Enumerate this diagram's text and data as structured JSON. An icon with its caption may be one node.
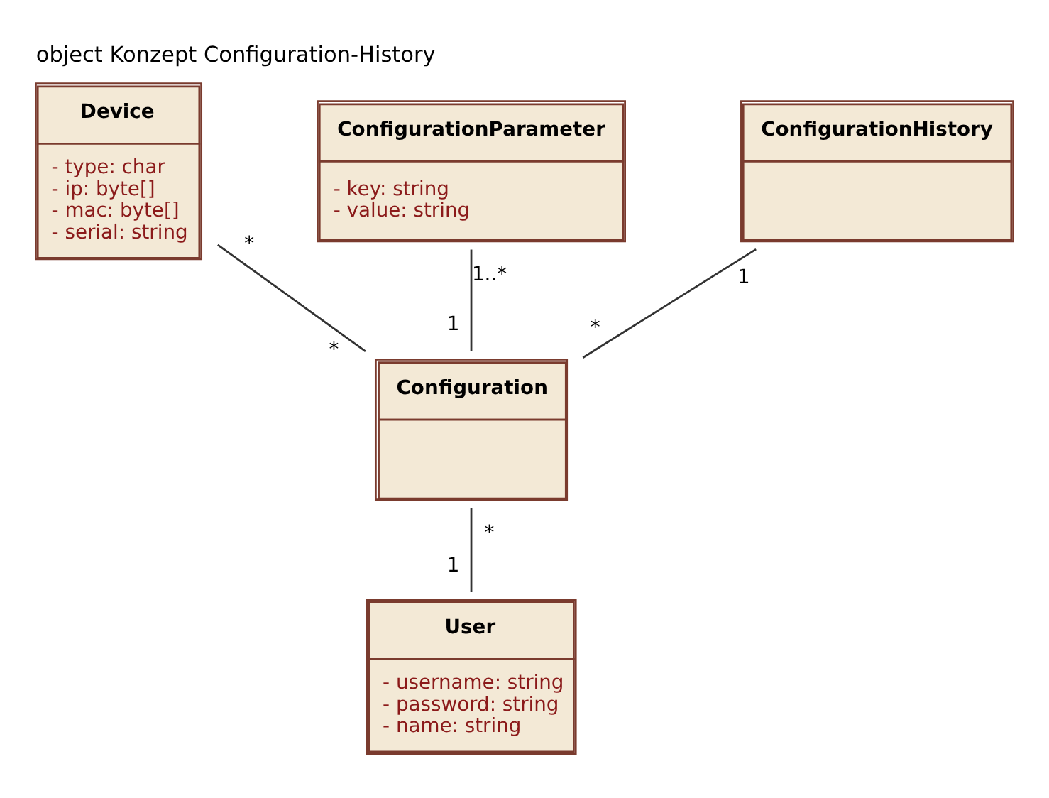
{
  "diagram": {
    "title": "object Konzept Configuration-History",
    "nodes": [
      {
        "text": [
          "Device",
          "- type: char",
          "- ip: byte[]",
          "- mac: byte[]",
          "- serial: string"
        ]
      },
      {
        "text": [
          "ConfigurationParameter",
          "- key: string",
          "- value: string"
        ]
      },
      {
        "text": [
          "ConfigurationHistory"
        ]
      },
      {
        "text": [
          "Configuration"
        ]
      },
      {
        "text": [
          "User",
          "- username: string",
          "- password: string",
          "- name: string"
        ]
      }
    ],
    "edges": [
      {
        "from": 0,
        "to": 3,
        "arrow": "none"
      },
      {
        "from": 1,
        "to": 3,
        "arrow": "none"
      },
      {
        "from": 2,
        "to": 3,
        "arrow": "none"
      },
      {
        "from": 3,
        "to": 4,
        "arrow": "none"
      }
    ],
    "labels": [
      "*",
      "1..*",
      "1",
      "1",
      "*",
      "*",
      "*",
      "1"
    ]
  }
}
